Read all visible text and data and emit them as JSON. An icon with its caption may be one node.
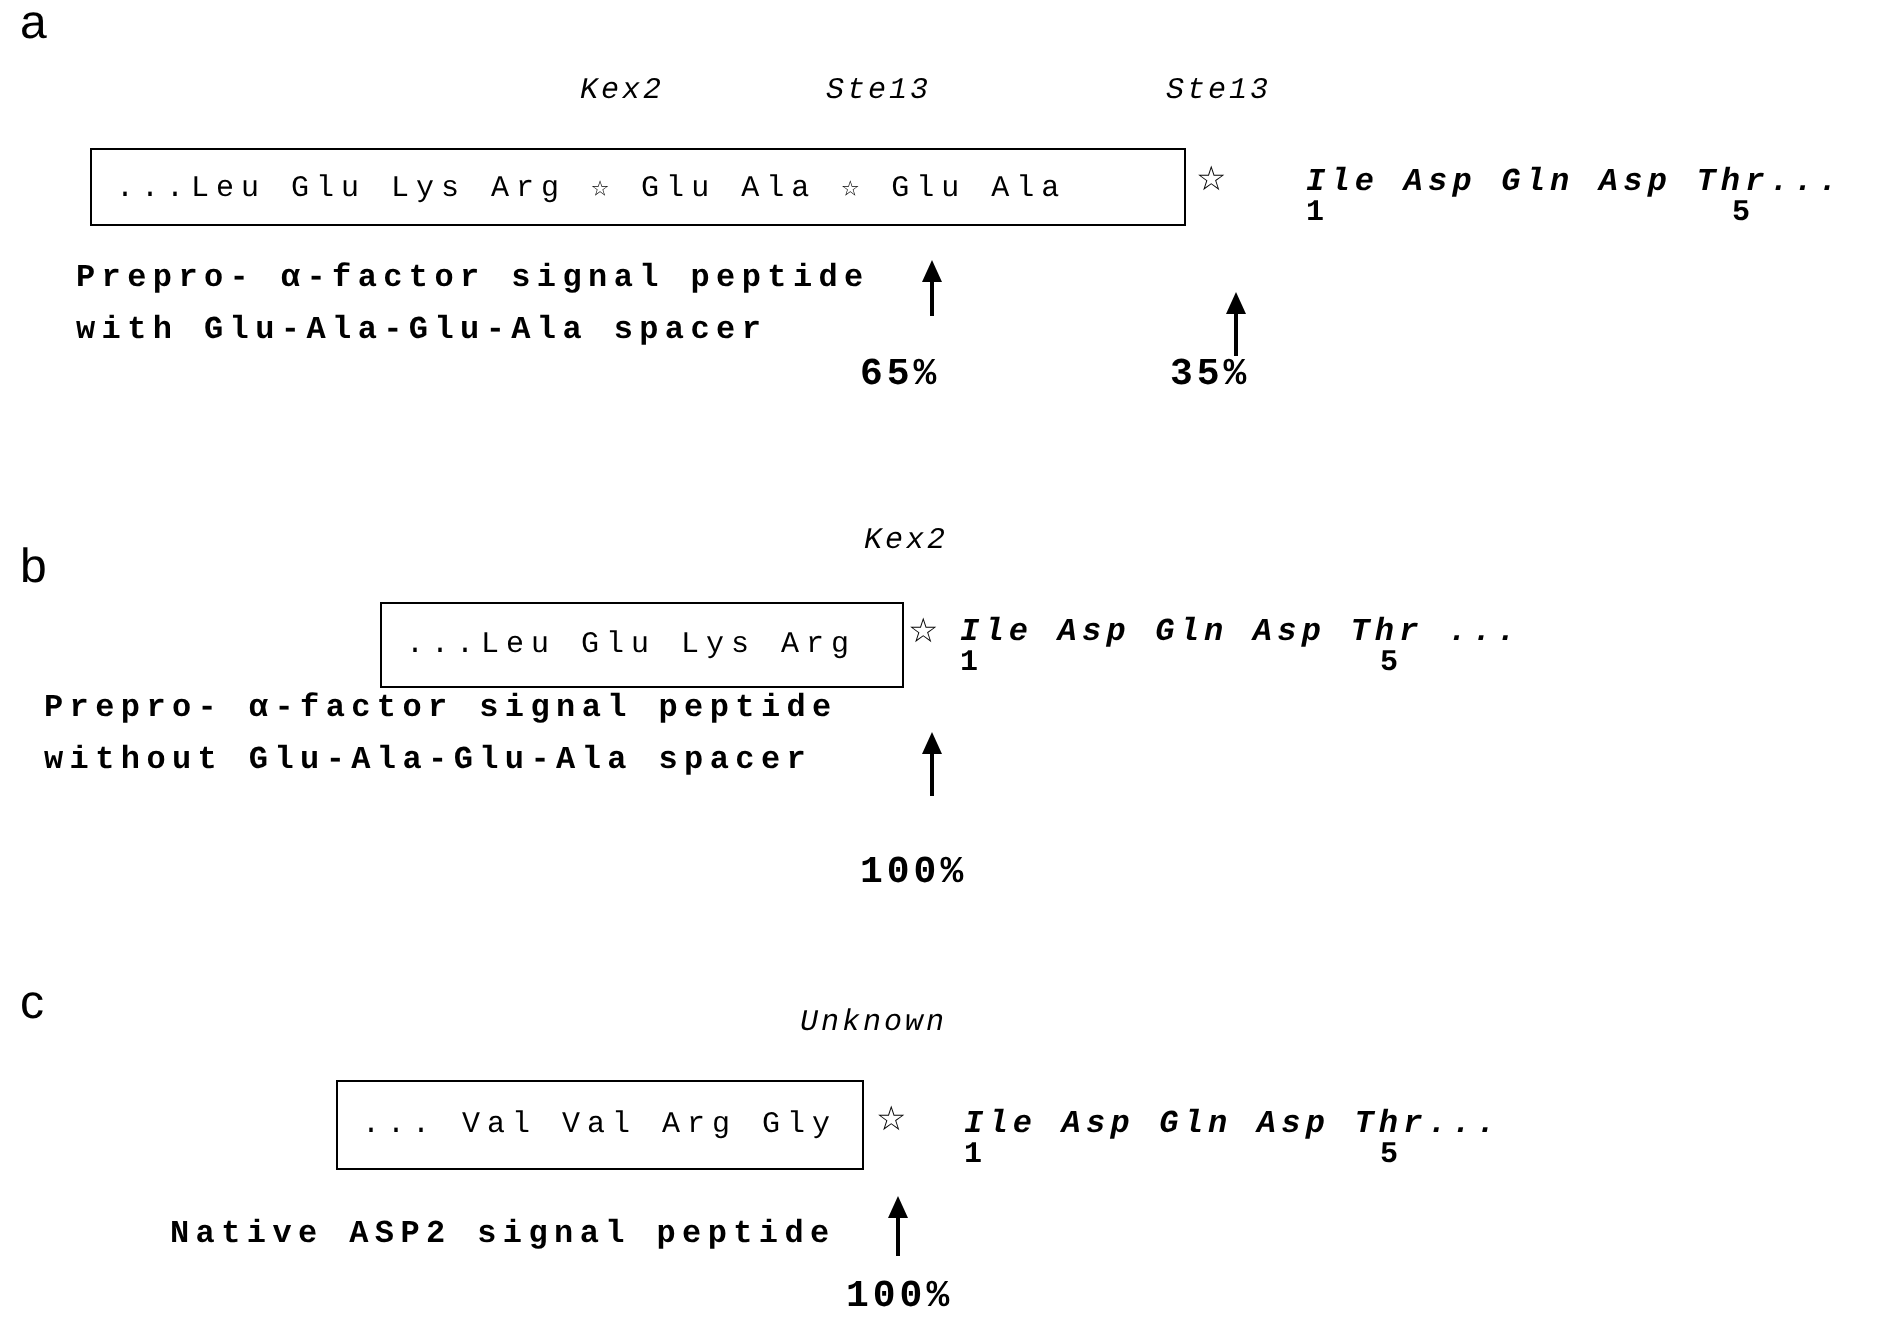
{
  "diagram": {
    "nodes": [
      {
        "text": [
          "...Leu Glu Lys Arg ☆ Glu Ala ☆ Glu Ala"
        ]
      },
      {
        "text": [
          "...Leu Glu Lys Arg"
        ]
      },
      {
        "text": [
          "... Val Val Arg Gly"
        ]
      }
    ],
    "labels": [
      "a",
      "Kex2",
      "Ste13",
      "Ste13",
      "☆",
      "Ile Asp Gln Asp Thr...",
      "1",
      "5",
      "Prepro- α-factor signal peptide with Glu-Ala-Glu-Ala spacer",
      "65%",
      "35%",
      "b",
      "Kex2",
      "☆",
      "Ile Asp Gln Asp Thr ...",
      "1",
      "5",
      "Prepro- α-factor signal peptide without Glu-Ala-Glu-Ala spacer",
      "100%",
      "c",
      "Unknown",
      "☆",
      "Ile Asp Gln Asp Thr...",
      "1",
      "5",
      "Native ASP2 signal peptide",
      "100%"
    ]
  }
}
